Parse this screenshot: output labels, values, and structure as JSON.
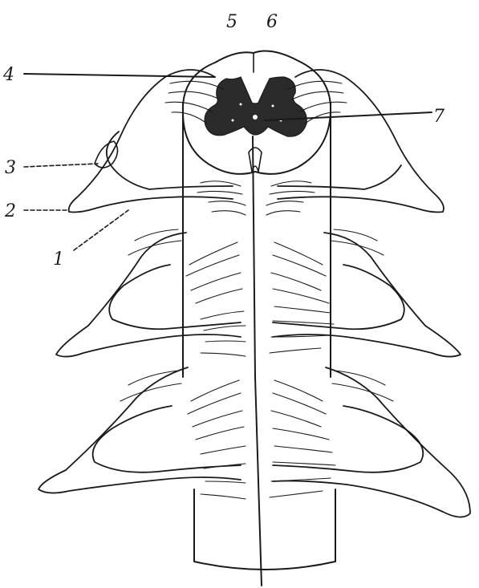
{
  "figure": {
    "labels": [
      {
        "id": "label-1",
        "text": "1"
      },
      {
        "id": "label-2",
        "text": "2"
      },
      {
        "id": "label-3",
        "text": "3"
      },
      {
        "id": "label-4",
        "text": "4"
      },
      {
        "id": "label-5",
        "text": "5"
      },
      {
        "id": "label-6",
        "text": "6"
      },
      {
        "id": "label-7",
        "text": "7"
      }
    ],
    "colors": {
      "ink": "#1a1a1a",
      "paper": "#ffffff",
      "grey_matter": "#2b2b2b"
    }
  }
}
